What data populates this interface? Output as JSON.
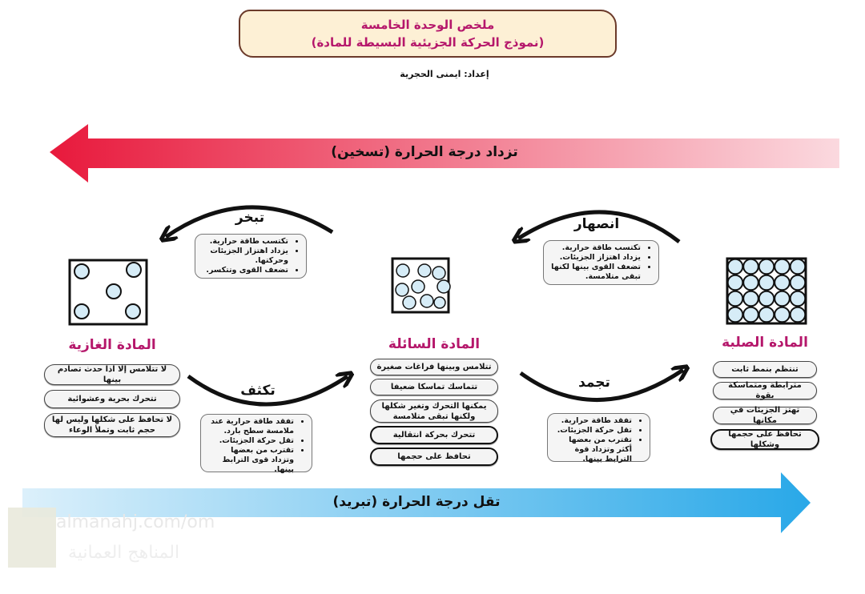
{
  "header": {
    "title_line1": "ملخص الوحدة الخامسة",
    "title_line2": "(نموذج الحركة الجزيئية البسيطة للمادة)",
    "author": "إعداد: ايمنى الحجرية"
  },
  "arrows": {
    "heating": "تزداد درجة الحرارة (تسخين)",
    "cooling": "تقل درجة الحرارة (تبريد)",
    "heating_color": "#e8193c",
    "cooling_color": "#29a8e8"
  },
  "states": {
    "gas": {
      "label": "المادة الغازية",
      "facts": [
        "لا تتلامس إلا اذا حدث تصادم بينها",
        "تتحرك بحرية وعشوائية",
        "لا تحافظ على شكلها وليس لها حجم ثابت وتملأ الوعاء"
      ]
    },
    "liquid": {
      "label": "المادة السائلة",
      "facts": [
        "تتلامس وبينها فراغات صغيرة",
        "تتماسك تماسكا ضعيفا",
        "يمكنها التحرك وتغير شكلها ولكنها تبقى متلامسة",
        "تتحرك بحركة انتقالية",
        "تحافظ على حجمها"
      ]
    },
    "solid": {
      "label": "المادة الصلبة",
      "facts": [
        "تنتظم بنمط ثابت",
        "مترابطة ومتماسكة بقوة",
        "تهتز الجزيئات في مكانها",
        "تحافظ على حجمها وشكلها"
      ]
    }
  },
  "processes": {
    "evaporation": {
      "label": "تبخر",
      "points": [
        "تكتسب طاقة حرارية.",
        "يزداد اهتزاز الجزيئات وحركتها.",
        "تضعف القوى وتتكسر."
      ]
    },
    "melting": {
      "label": "انصهار",
      "points": [
        "تكتسب طاقة حرارية.",
        "يزداد اهتزاز الجزيئات.",
        "تضعف القوى بينها لكنها تبقى متلامسة."
      ]
    },
    "condensation": {
      "label": "تكثف",
      "points": [
        "تفقد طاقة حرارية عند ملامسة سطح بارد.",
        "تقل حركة الجزيئات.",
        "تقترب من بعضها وتزداد قوى الترابط بينها."
      ]
    },
    "freezing": {
      "label": "تجمد",
      "points": [
        "تفقد طاقة حرارية.",
        "تقل حركة الجزيئات.",
        "تقترب من بعضها أكثر وتزداد قوة الترابط بينها."
      ]
    }
  },
  "watermark": {
    "url": "almanahj.com/om",
    "name": "المناهج العمانية"
  }
}
